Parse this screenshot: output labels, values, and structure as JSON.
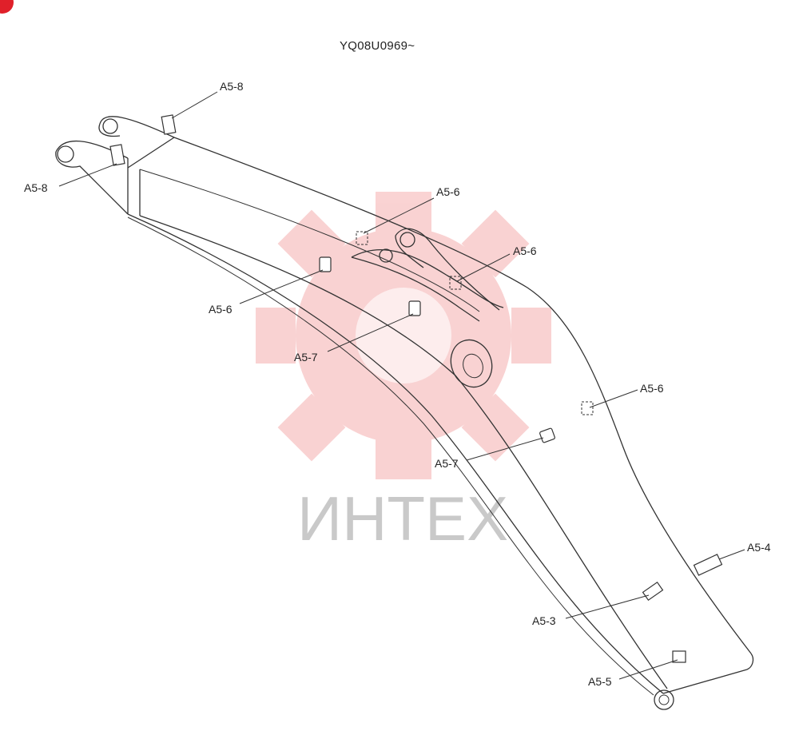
{
  "serial": "YQ08U0969~",
  "watermark": {
    "text": "ИНТЕХ",
    "color": "#f2b8b8",
    "text_color": "#c9c9c9"
  },
  "corner_badge": {
    "color": "#e0202a"
  },
  "labels": {
    "a58_top": "A5-8",
    "a58_left": "A5-8",
    "a56_top": "A5-6",
    "a56_right_upper": "A5-6",
    "a56_left": "A5-6",
    "a57_upper": "A5-7",
    "a56_right_lower": "A5-6",
    "a57_lower": "A5-7",
    "a54": "A5-4",
    "a53": "A5-3",
    "a55": "A5-5"
  }
}
